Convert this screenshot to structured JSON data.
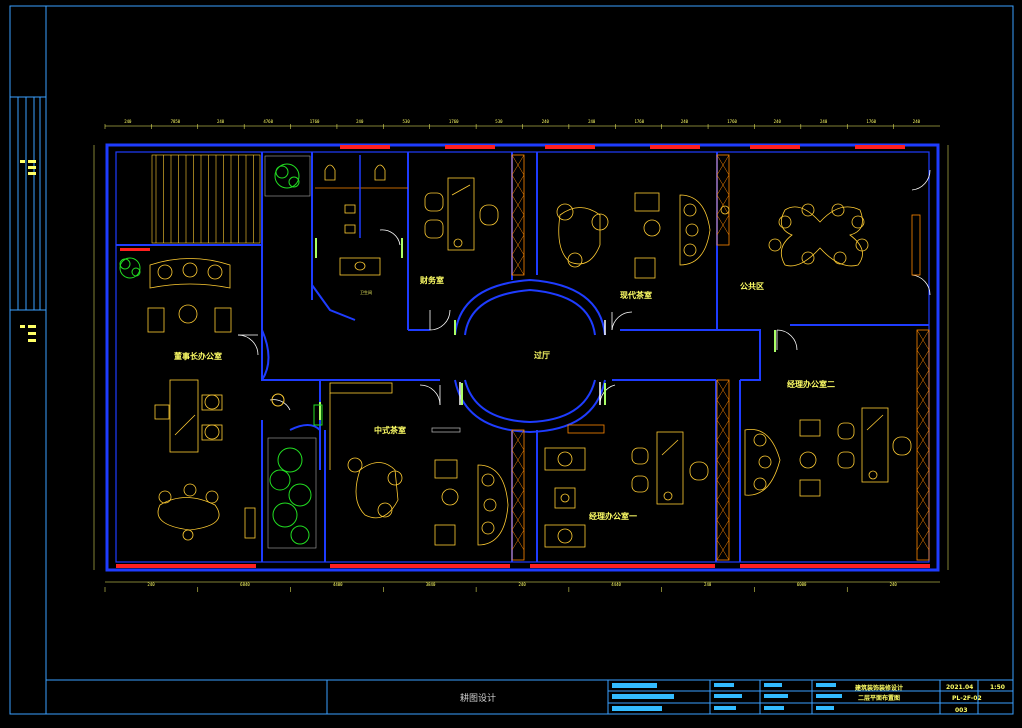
{
  "rooms": {
    "chairman_office": "董事长办公室",
    "finance_room": "财务室",
    "modern_tea_room": "现代茶室",
    "public_area": "公共区",
    "hall": "过厅",
    "chinese_tea_room": "中式茶室",
    "manager_office_1": "经理办公室一",
    "manager_office_2": "经理办公室二",
    "washroom": "卫生间"
  },
  "title_block": {
    "company": "耕图设计",
    "project": "建筑装饰装修设计",
    "drawing_title": "二层平面布置图",
    "date": "2021.04",
    "scale": "1:50",
    "drawing_no": "PL-2F-02",
    "page": "003"
  },
  "dimensions": {
    "top": [
      "240",
      "7850",
      "240",
      "4760",
      "1760",
      "240",
      "530",
      "1760",
      "530",
      "240",
      "240",
      "1760",
      "240",
      "1760",
      "240",
      "240",
      "1760",
      "240"
    ],
    "bottom": [
      "240",
      "6840",
      "4400",
      "3840",
      "240",
      "4440",
      "240",
      "6000",
      "240"
    ]
  },
  "colors": {
    "wall": "#1e3cff",
    "furniture": "#ffcc33",
    "door": "#ffffff",
    "window": "#ff2020",
    "plant": "#22dd22",
    "cabinet": "#ff8800",
    "frame": "#3aa0ff",
    "label": "#ffff66"
  }
}
